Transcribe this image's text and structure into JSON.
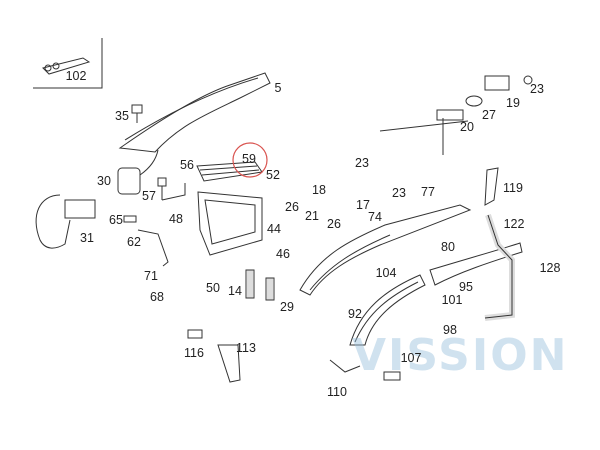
{
  "diagram": {
    "highlighted_part": "59",
    "highlight_color": "#d9534f",
    "watermark": "VISSION",
    "part_labels": [
      "102",
      "5",
      "35",
      "19",
      "23",
      "27",
      "20",
      "59",
      "56",
      "23",
      "30",
      "52",
      "57",
      "18",
      "23",
      "77",
      "119",
      "26",
      "21",
      "17",
      "65",
      "48",
      "74",
      "26",
      "44",
      "122",
      "31",
      "62",
      "46",
      "80",
      "71",
      "104",
      "95",
      "128",
      "50",
      "68",
      "14",
      "29",
      "101",
      "92",
      "98",
      "116",
      "113",
      "107",
      "110"
    ]
  }
}
